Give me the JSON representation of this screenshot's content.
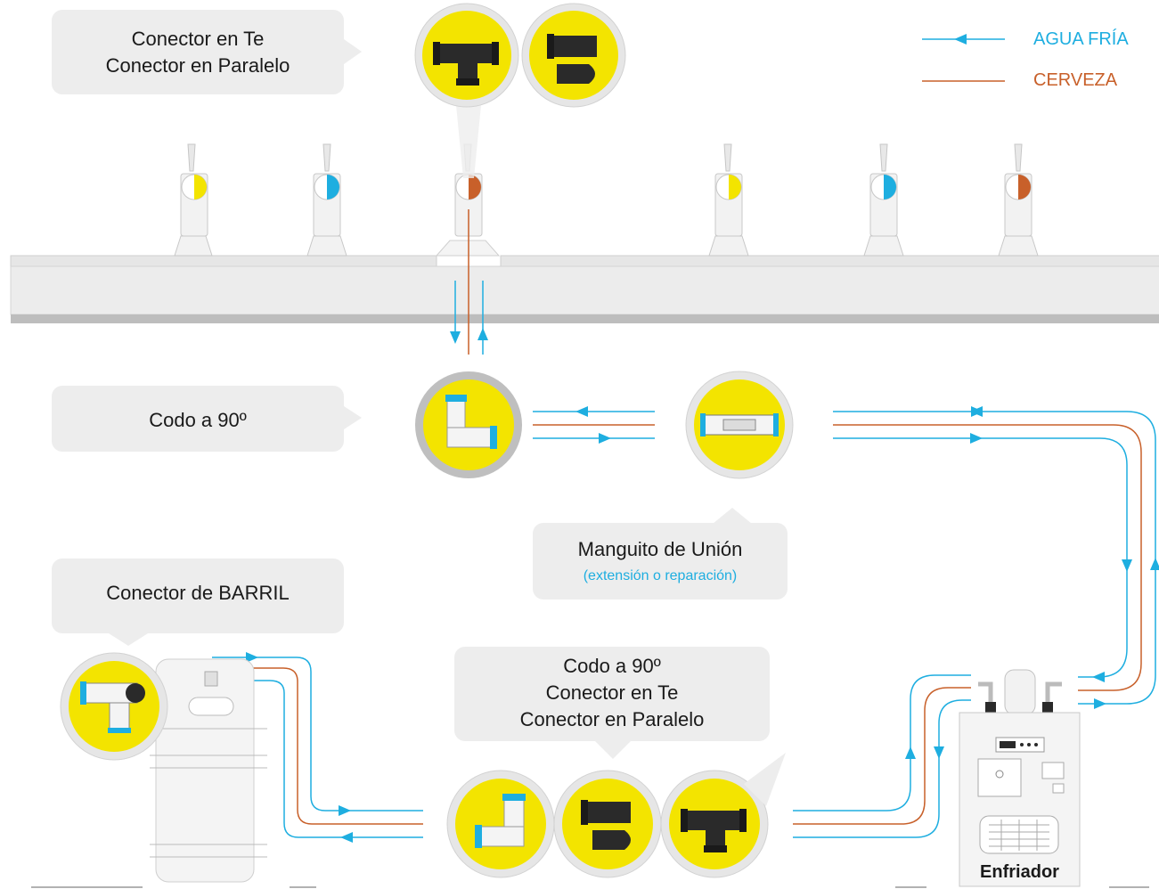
{
  "callouts": {
    "top_fittings": [
      "Conector en Te",
      "Conector en Paralelo"
    ],
    "elbow": "Codo a 90º",
    "union": "Manguito de Unión",
    "union_note": "(extensión o reparación)",
    "keg": "Conector de BARRIL",
    "bottom_fittings": [
      "Codo a 90º",
      "Conector en Te",
      "Conector en Paralelo"
    ]
  },
  "legend": {
    "water_label": "AGUA FRÍA",
    "beer_label": "CERVEZA"
  },
  "labels": {
    "cooler": "Enfriador"
  },
  "taps": [
    {
      "color": "yellow"
    },
    {
      "color": "blue"
    },
    {
      "color": "orange"
    },
    {
      "color": "yellow"
    },
    {
      "color": "blue"
    },
    {
      "color": "orange"
    }
  ],
  "colors": {
    "water": "#1eaee0",
    "beer": "#c8602a",
    "fitting_yellow": "#f3e400",
    "callout_bg": "#ededed",
    "counter": "#e6e6e6"
  }
}
